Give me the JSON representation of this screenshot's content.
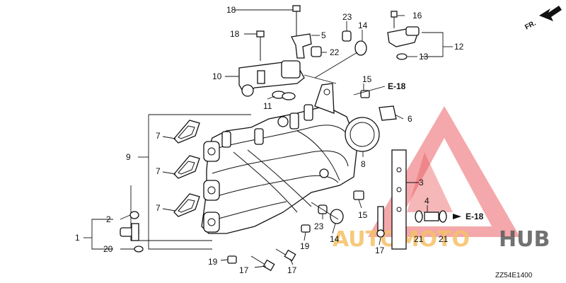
{
  "diagram": {
    "orientation_label": "FR.",
    "diagram_code": "ZZ54E1400",
    "callouts": {
      "c1": "1",
      "c2": "2",
      "c3": "3",
      "c4": "4",
      "c5": "5",
      "c6": "6",
      "c7a": "7",
      "c7b": "7",
      "c7c": "7",
      "c8": "8",
      "c9": "9",
      "c10": "10",
      "c11": "11",
      "c12": "12",
      "c13": "13",
      "c14a": "14",
      "c14b": "14",
      "c15a": "15",
      "c15b": "15",
      "c16": "16",
      "c17a": "17",
      "c17b": "17",
      "c17c": "17",
      "c18a": "18",
      "c18b": "18",
      "c19a": "19",
      "c19b": "19",
      "c20": "20",
      "c21a": "21",
      "c21b": "21",
      "c22": "22",
      "c23a": "23",
      "c23b": "23"
    },
    "refs": {
      "e18_top": "E-18",
      "e18_right": "E-18"
    }
  },
  "watermark": {
    "text_a": "AUTOMOTO",
    "text_b": "HUB",
    "triangle_color": "#e8454a",
    "accent_color": "#f2b64a"
  }
}
